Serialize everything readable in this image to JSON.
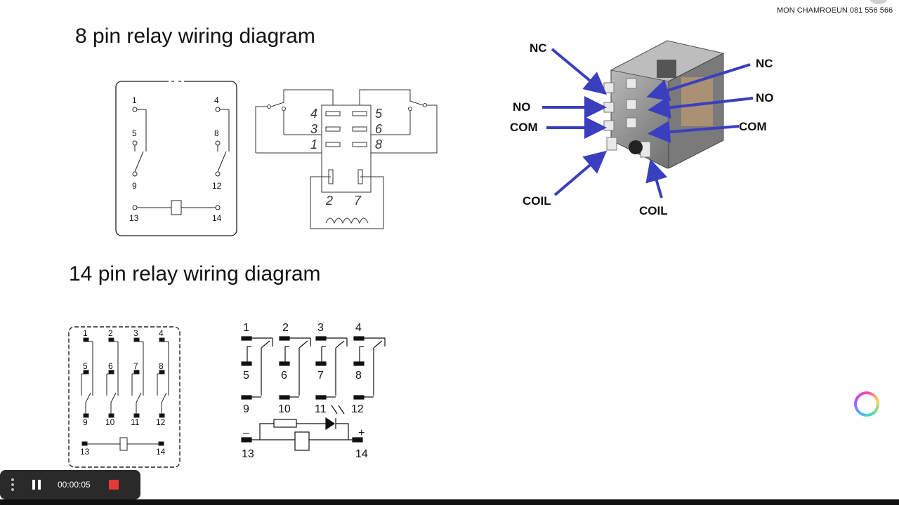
{
  "watermark": "MON CHAMROEUN 081 556 566",
  "diagram8": {
    "title": "8 pin relay wiring diagram",
    "schematic_pins": [
      "1",
      "4",
      "5",
      "8",
      "9",
      "12",
      "13",
      "14"
    ],
    "socket_pins": [
      "4",
      "5",
      "3",
      "6",
      "1",
      "8",
      "2",
      "7"
    ]
  },
  "diagram14": {
    "title": "14 pin relay wiring diagram",
    "socket_pins": [
      "1",
      "2",
      "3",
      "4",
      "5",
      "6",
      "7",
      "8",
      "9",
      "10",
      "11",
      "12",
      "13",
      "14"
    ],
    "schematic_pins": [
      "1",
      "2",
      "3",
      "4",
      "5",
      "6",
      "7",
      "8",
      "9",
      "10",
      "11",
      "12",
      "13",
      "14"
    ],
    "minus": "–",
    "plus": "+"
  },
  "photo_labels": {
    "nc_left": "NC",
    "no_left": "NO",
    "com_left": "COM",
    "coil_left": "COIL",
    "nc_right": "NC",
    "no_right": "NO",
    "com_right": "COM",
    "coil_right": "COIL"
  },
  "recorder": {
    "time": "00:00:05"
  },
  "colors": {
    "arrow": "#3a3fbf",
    "record": "#e53935"
  }
}
